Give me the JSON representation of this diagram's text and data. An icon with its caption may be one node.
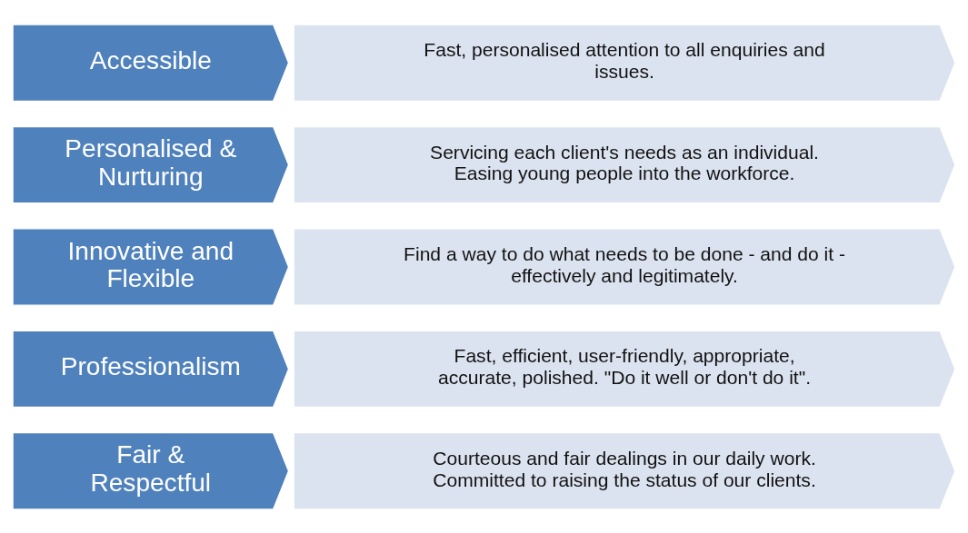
{
  "diagram": {
    "nodes": [
      {
        "text": [
          "Accessible"
        ]
      },
      {
        "text": [
          "Fast, personalised attention to all enquiries and issues."
        ]
      },
      {
        "text": [
          "Personalised & Nurturing"
        ]
      },
      {
        "text": [
          "Servicing each client's needs as an individual.",
          "Easing young people into the workforce."
        ]
      },
      {
        "text": [
          "Innovative and Flexible"
        ]
      },
      {
        "text": [
          "Find a way to do what needs to be done - and do it - effectively and legitimately."
        ]
      },
      {
        "text": [
          "Professionalism"
        ]
      },
      {
        "text": [
          "Fast, efficient, user-friendly, appropriate, accurate, polished. \"Do it well or don't do it\"."
        ]
      },
      {
        "text": [
          "Fair & Respectful"
        ]
      },
      {
        "text": [
          "Courteous and fair dealings in our daily work.",
          "Committed to raising the status of our clients."
        ]
      }
    ]
  }
}
